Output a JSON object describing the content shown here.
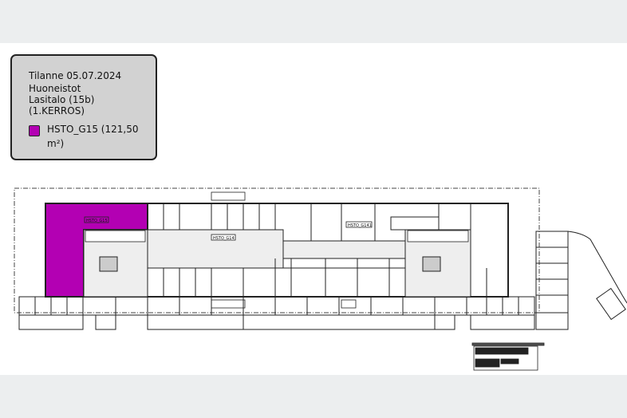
{
  "legend": {
    "date": "Tilanne 05.07.2024",
    "category": "Huoneistot",
    "building": "Lasitalo (15b)",
    "floor": "(1.KERROS)",
    "items": [
      {
        "label": "HSTO_G15 (121,50 m²)",
        "color": "#b300b3"
      }
    ]
  },
  "plan": {
    "labels": {
      "g15": "HSTO_G15",
      "g14": "HSTO_G14",
      "g141": "HSTO_G141"
    },
    "highlight_color": "#b300b3"
  }
}
